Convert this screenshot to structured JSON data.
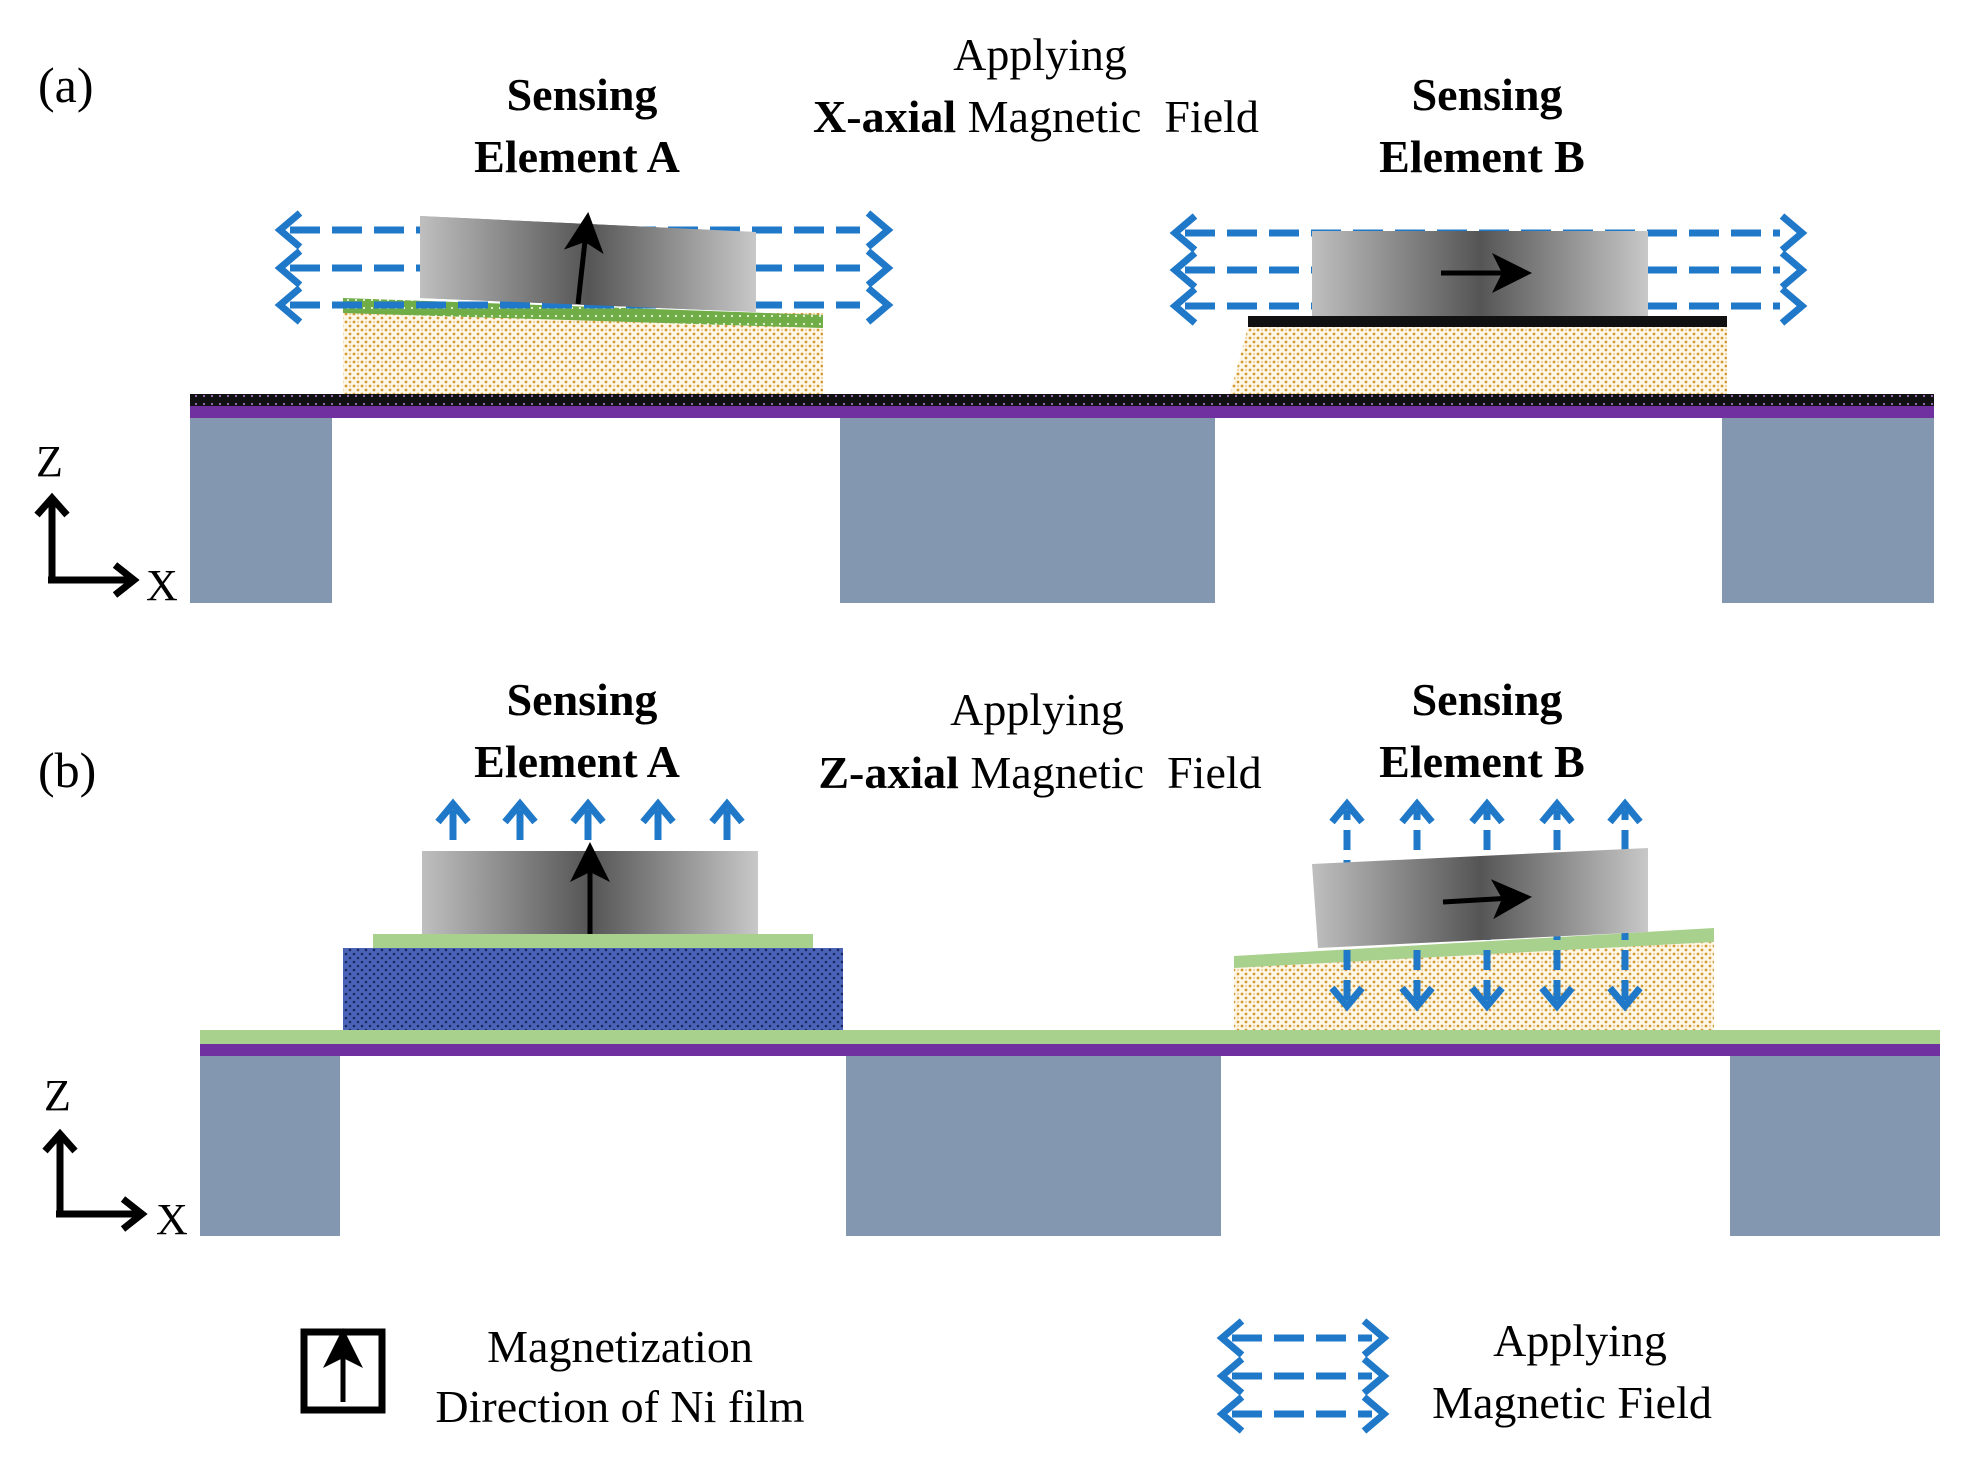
{
  "panel_a": {
    "label": "(a)",
    "field_line1": "Applying",
    "field_axis": "X-axial",
    "field_rest": " Magnetic  Field",
    "element_a_line1": "Sensing",
    "element_a_line2": "Element A",
    "element_b_line1": "Sensing",
    "element_b_line2": "Element B",
    "axis_z": "Z",
    "axis_x": "X"
  },
  "panel_b": {
    "label": "(b)",
    "field_line1": "Applying",
    "field_axis": "Z-axial",
    "field_rest": " Magnetic  Field",
    "element_a_line1": "Sensing",
    "element_a_line2": "Element A",
    "element_b_line1": "Sensing",
    "element_b_line2": "Element B",
    "axis_z": "Z",
    "axis_x": "X"
  },
  "legend": {
    "magnetization_line1": "Magnetization",
    "magnetization_line2": "Direction of Ni film",
    "field_line1": "Applying",
    "field_line2": "Magnetic  Field"
  },
  "colors": {
    "field_arrow": "#1f78c8",
    "substrate": "#8497b0",
    "membrane_purple": "#7030a0",
    "green_film": "#a9d18e",
    "green_dark": "#70ad47",
    "piezo_dotted": "#d9a441",
    "blue_layer": "#3b4fa0"
  }
}
